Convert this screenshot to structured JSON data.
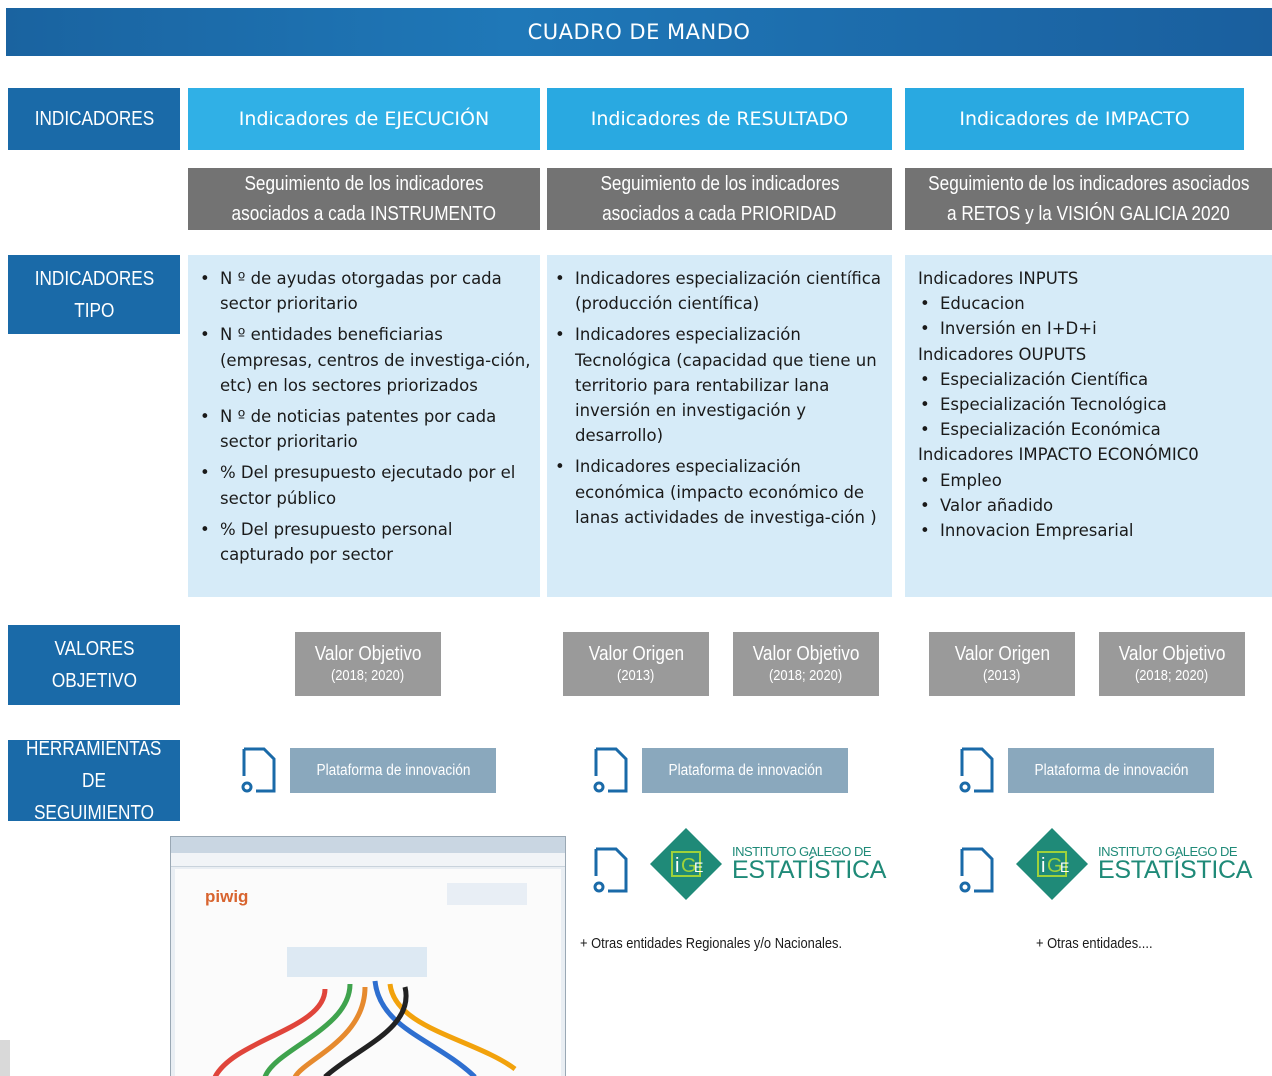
{
  "title": "CUADRO DE MANDO",
  "rows": {
    "indicadores": [
      "INDICADORES"
    ],
    "indicadores_tipo": [
      "INDICADORES",
      "TIPO"
    ],
    "valores_objetivo": [
      "VALORES",
      "OBJETIVO"
    ],
    "herramientas": [
      "HERRAMIENTAS",
      "DE SEGUIMIENTO"
    ]
  },
  "columns": [
    {
      "header": "Indicadores de EJECUCIÓN",
      "seguimiento": [
        "Seguimiento de los indicadores",
        "asociados a cada INSTRUMENTO"
      ],
      "items": [
        "N º de ayudas  otorgadas por cada sector prioritario",
        "N º entidades beneficiarias (empresas, centros de investiga-ción, etc) en los sectores priorizados",
        "N º de noticias patentes por cada sector prioritario",
        "% Del presupuesto ejecutado por el sector público",
        "% Del presupuesto personal capturado por sector"
      ],
      "valores": [
        {
          "main": "Valor Objetivo",
          "sub": "(2018; 2020)"
        }
      ],
      "platform": "Plataforma de innovación"
    },
    {
      "header": "Indicadores de RESULTADO",
      "seguimiento": [
        "Seguimiento de los indicadores",
        "asociados a cada PRIORIDAD"
      ],
      "items": [
        "Indicadores  especialización científica (producción científica)",
        "Indicadores  especialización Tecnológica (capacidad que tiene un territorio para rentabilizar lana inversión en investigación y desarrollo)",
        "Indicadores especialización económica  (impacto económico de lanas  actividades de investiga-ción )"
      ],
      "valores": [
        {
          "main": "Valor Origen",
          "sub": "(2013)"
        },
        {
          "main": "Valor Objetivo",
          "sub": "(2018; 2020)"
        }
      ],
      "platform": "Plataforma de innovación",
      "logo": {
        "line1": "INSTITUTO GALEGO DE",
        "line2": "ESTATÍSTICA",
        "mark": "iGE"
      },
      "note": "+ Otras entidades Regionales y/o Nacionales."
    },
    {
      "header": "Indicadores de IMPACTO",
      "seguimiento": [
        "Seguimiento de los indicadores asociados",
        "a RETOS y la VISIÓN GALICIA 2020"
      ],
      "groups": [
        {
          "title": "Indicadores INPUTS",
          "items": [
            "Educacion",
            "Inversión en I+D+i"
          ]
        },
        {
          "title": "Indicadores OUPUTS",
          "items": [
            "Especialización  Científica",
            "Especialización Tecnológica",
            "Especialización Económica"
          ]
        },
        {
          "title": "Indicadores IMPACTO ECONÓMIC0",
          "items": [
            "Empleo",
            "Valor añadido",
            "Innovacion Empresarial"
          ]
        }
      ],
      "valores": [
        {
          "main": "Valor Origen",
          "sub": "(2013)"
        },
        {
          "main": "Valor Objetivo",
          "sub": "(2018; 2020)"
        }
      ],
      "platform": "Plataforma de innovación",
      "logo": {
        "line1": "INSTITUTO GALEGO DE",
        "line2": "ESTATÍSTICA",
        "mark": "iGE"
      },
      "note": "+ Otras entidades...."
    }
  ],
  "screenshot": {
    "brand": "piwig"
  },
  "colors": {
    "title_bar": "#1f78b8",
    "row_label": "#1a6aa8",
    "column_header": "#29a9e1",
    "grey_box": "#737373",
    "list_bg": "#d6ebf8",
    "value_box": "#9a9a9a",
    "platform_button": "#8aa8bd",
    "ige_green": "#1f8a78"
  }
}
